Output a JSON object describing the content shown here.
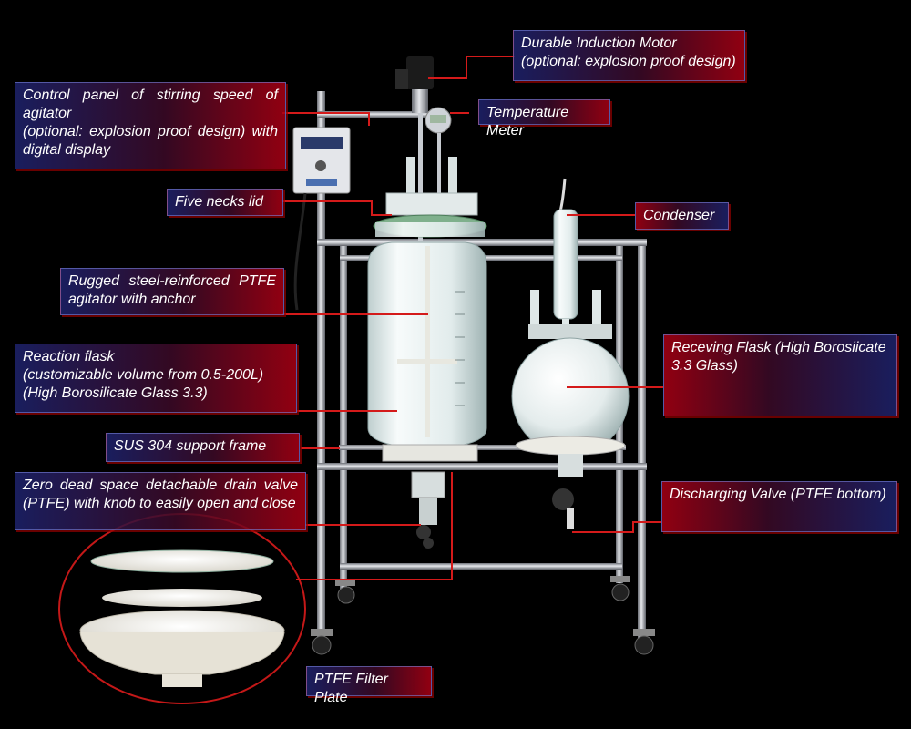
{
  "labels": {
    "motor": [
      "Durable Induction Motor",
      "(optional: explosion proof design)"
    ],
    "control_panel": [
      "Control panel of stirring speed of agitator",
      "(optional: explosion proof design) with digital display"
    ],
    "temperature_meter": "Temperature Meter",
    "five_necks_lid": "Five necks lid",
    "condenser": "Condenser",
    "agitator": [
      "Rugged steel-reinforced PTFE agitator with anchor"
    ],
    "reaction_flask": [
      "Reaction flask",
      "(customizable volume from 0.5-200L)",
      "(High Borosilicate Glass 3.3)"
    ],
    "receiving_flask": [
      "Receving Flask (High Borosiicate 3.3 Glass)"
    ],
    "support_frame": "SUS 304 support frame",
    "drain_valve": [
      "Zero dead space detachable drain valve (PTFE) with knob to easily open and close"
    ],
    "discharging_valve": [
      "Discharging Valve (PTFE bottom)"
    ],
    "filter_plate": "PTFE Filter Plate"
  },
  "colors": {
    "leader_line": "#d41a1a",
    "frame_steel": "#b8bcc4",
    "glass": "#e9f2f2",
    "ptfe": "#f1efe8",
    "lid_green": "#6fa87e"
  }
}
